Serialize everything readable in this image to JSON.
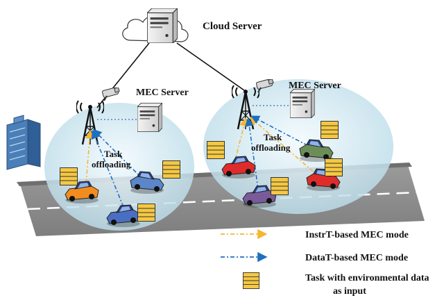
{
  "labels": {
    "cloud_server": "Cloud Server",
    "mec_server_left": "MEC Server",
    "mec_server_right": "MEC Server",
    "task_offloading_left": [
      "Task",
      "offloading"
    ],
    "task_offloading_right": [
      "Task",
      "offloading"
    ]
  },
  "legend": {
    "instrt_label": "InstrT-based MEC mode",
    "datat_label": "DataT-based MEC mode",
    "task_label_lines": [
      "Task with environmental data",
      "as input"
    ]
  },
  "colors": {
    "instrt_line": "#f5b631",
    "datat_line": "#1e6fbf",
    "task_block": "#f5c842",
    "coverage": "#cfe8f2",
    "road": "#8e8e8e"
  }
}
